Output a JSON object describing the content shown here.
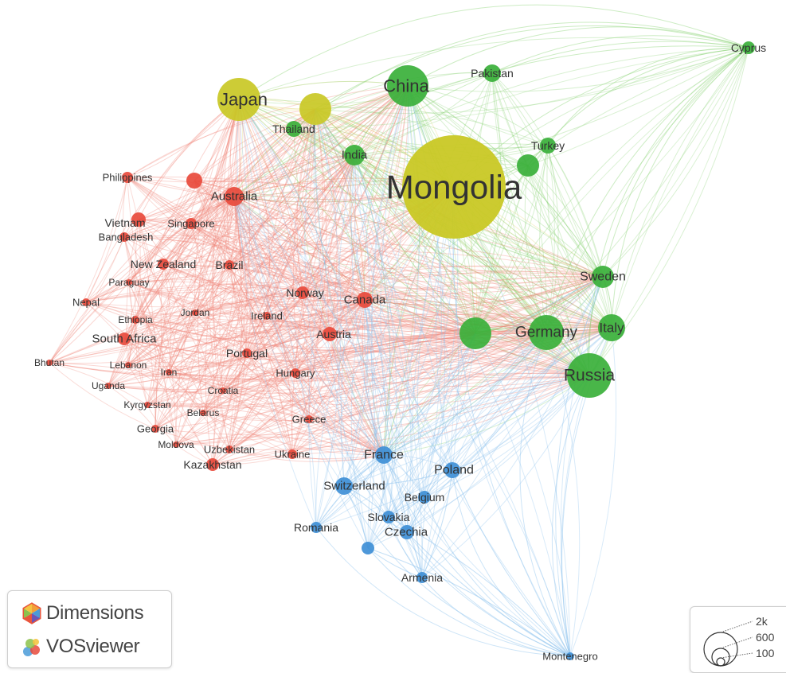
{
  "colors": {
    "red": "#e84a3c",
    "yellow": "#c9c825",
    "green": "#3ab03a",
    "blue": "#3f8fd6",
    "red_link": "#f08a7e",
    "green_link": "#8ed47a",
    "blue_link": "#8fc3ee",
    "yellow_link": "#e6d87a"
  },
  "nodes": [
    {
      "id": "mongolia",
      "label": "Mongolia",
      "cluster": "yellow",
      "size": 1
    },
    {
      "id": "japan",
      "label": "Japan",
      "cluster": "yellow",
      "size": 1
    },
    {
      "id": "yellow-2",
      "label": "",
      "cluster": "yellow",
      "size": 1
    },
    {
      "id": "china",
      "label": "China",
      "cluster": "green",
      "size": 1
    },
    {
      "id": "pakistan",
      "label": "Pakistan",
      "cluster": "green",
      "size": 1
    },
    {
      "id": "cyprus",
      "label": "Cyprus",
      "cluster": "green",
      "size": 1
    },
    {
      "id": "thailand",
      "label": "Thailand",
      "cluster": "green",
      "size": 1
    },
    {
      "id": "india",
      "label": "India",
      "cluster": "green",
      "size": 1
    },
    {
      "id": "turkey",
      "label": "Turkey",
      "cluster": "green",
      "size": 1
    },
    {
      "id": "green-2",
      "label": "",
      "cluster": "green",
      "size": 1
    },
    {
      "id": "sweden",
      "label": "Sweden",
      "cluster": "green",
      "size": 1
    },
    {
      "id": "germany",
      "label": "Germany",
      "cluster": "green",
      "size": 1
    },
    {
      "id": "italy",
      "label": "Italy",
      "cluster": "green",
      "size": 1
    },
    {
      "id": "russia",
      "label": "Russia",
      "cluster": "green",
      "size": 1
    },
    {
      "id": "green-3",
      "label": "",
      "cluster": "green",
      "size": 1
    },
    {
      "id": "philippines",
      "label": "Philippines",
      "cluster": "red",
      "size": 1
    },
    {
      "id": "australia",
      "label": "Australia",
      "cluster": "red",
      "size": 1
    },
    {
      "id": "red-2",
      "label": "",
      "cluster": "red",
      "size": 1
    },
    {
      "id": "vietnam",
      "label": "Vietnam",
      "cluster": "red",
      "size": 1
    },
    {
      "id": "singapore",
      "label": "Singapore",
      "cluster": "red",
      "size": 1
    },
    {
      "id": "bangladesh",
      "label": "Bangladesh",
      "cluster": "red",
      "size": 1
    },
    {
      "id": "new-zealand",
      "label": "New Zealand",
      "cluster": "red",
      "size": 1
    },
    {
      "id": "brazil",
      "label": "Brazil",
      "cluster": "red",
      "size": 1
    },
    {
      "id": "paraguay",
      "label": "Paraguay",
      "cluster": "red",
      "size": 1
    },
    {
      "id": "nepal",
      "label": "Nepal",
      "cluster": "red",
      "size": 1
    },
    {
      "id": "norway",
      "label": "Norway",
      "cluster": "red",
      "size": 1
    },
    {
      "id": "canada",
      "label": "Canada",
      "cluster": "red",
      "size": 1
    },
    {
      "id": "ethiopia",
      "label": "Ethiopia",
      "cluster": "red",
      "size": 1
    },
    {
      "id": "jordan",
      "label": "Jordan",
      "cluster": "red",
      "size": 1
    },
    {
      "id": "ireland",
      "label": "Ireland",
      "cluster": "red",
      "size": 1
    },
    {
      "id": "austria",
      "label": "Austria",
      "cluster": "red",
      "size": 1
    },
    {
      "id": "south-africa",
      "label": "South Africa",
      "cluster": "red",
      "size": 1
    },
    {
      "id": "portugal",
      "label": "Portugal",
      "cluster": "red",
      "size": 1
    },
    {
      "id": "bhutan",
      "label": "Bhutan",
      "cluster": "red",
      "size": 1
    },
    {
      "id": "lebanon",
      "label": "Lebanon",
      "cluster": "red",
      "size": 1
    },
    {
      "id": "iran",
      "label": "Iran",
      "cluster": "red",
      "size": 1
    },
    {
      "id": "hungary",
      "label": "Hungary",
      "cluster": "red",
      "size": 1
    },
    {
      "id": "uganda",
      "label": "Uganda",
      "cluster": "red",
      "size": 1
    },
    {
      "id": "croatia",
      "label": "Croatia",
      "cluster": "red",
      "size": 1
    },
    {
      "id": "kyrgyzstan",
      "label": "Kyrgyzstan",
      "cluster": "red",
      "size": 1
    },
    {
      "id": "belarus",
      "label": "Belarus",
      "cluster": "red",
      "size": 1
    },
    {
      "id": "greece",
      "label": "Greece",
      "cluster": "red",
      "size": 1
    },
    {
      "id": "georgia",
      "label": "Georgia",
      "cluster": "red",
      "size": 1
    },
    {
      "id": "moldova",
      "label": "Moldova",
      "cluster": "red",
      "size": 1
    },
    {
      "id": "uzbekistan",
      "label": "Uzbekistan",
      "cluster": "red",
      "size": 1
    },
    {
      "id": "kazakhstan",
      "label": "Kazakhstan",
      "cluster": "red",
      "size": 1
    },
    {
      "id": "ukraine",
      "label": "Ukraine",
      "cluster": "red",
      "size": 1
    },
    {
      "id": "france",
      "label": "France",
      "cluster": "blue",
      "size": 1
    },
    {
      "id": "poland",
      "label": "Poland",
      "cluster": "blue",
      "size": 1
    },
    {
      "id": "switzerland",
      "label": "Switzerland",
      "cluster": "blue",
      "size": 1
    },
    {
      "id": "belgium",
      "label": "Belgium",
      "cluster": "blue",
      "size": 1
    },
    {
      "id": "slovakia",
      "label": "Slovakia",
      "cluster": "blue",
      "size": 1
    },
    {
      "id": "romania",
      "label": "Romania",
      "cluster": "blue",
      "size": 1
    },
    {
      "id": "czechia",
      "label": "Czechia",
      "cluster": "blue",
      "size": 1
    },
    {
      "id": "armenia",
      "label": "Armenia",
      "cluster": "blue",
      "size": 1
    },
    {
      "id": "montenegro",
      "label": "Montenegro",
      "cluster": "blue",
      "size": 1
    },
    {
      "id": "blue-2",
      "label": "",
      "cluster": "blue",
      "size": 1
    }
  ],
  "brand": {
    "dimensions": "Dimensions",
    "vosviewer": "VOSviewer"
  },
  "legend": {
    "values": [
      "2k",
      "600",
      "100"
    ]
  }
}
